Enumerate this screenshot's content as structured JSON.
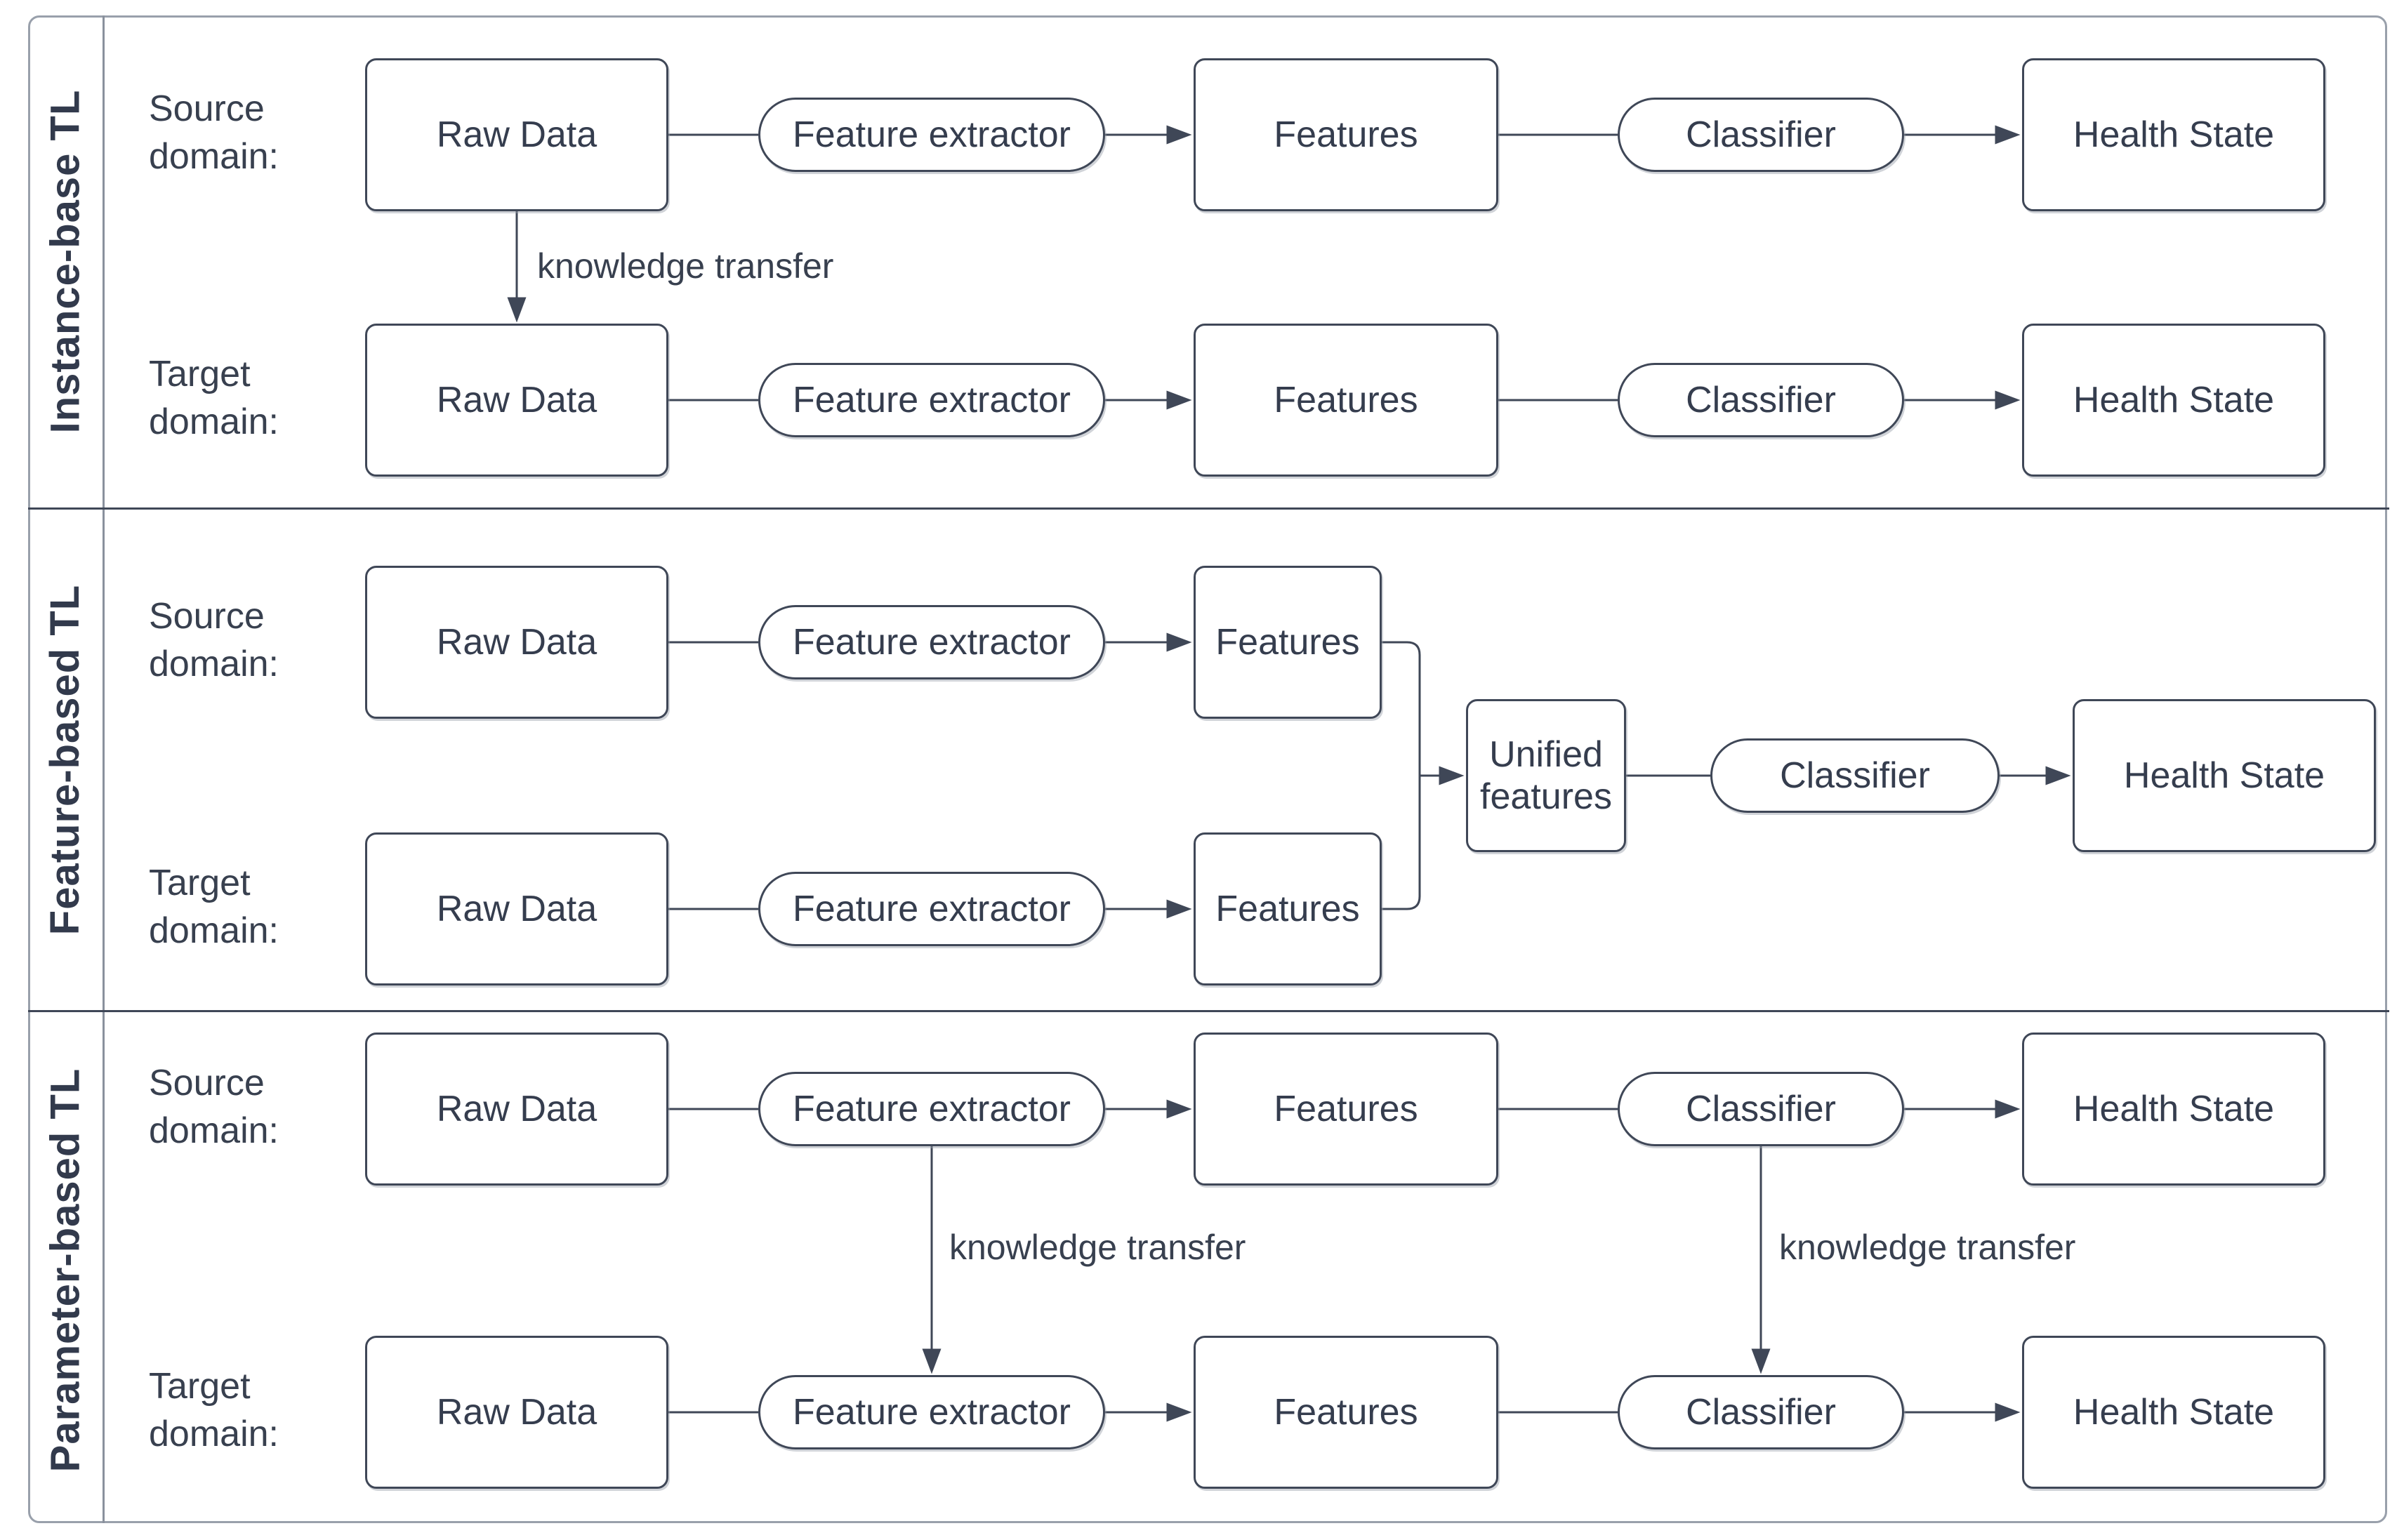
{
  "diagram": {
    "title_context": "Transfer learning strategies diagram",
    "colors": {
      "shape_stroke": "#3f4757",
      "text": "#38404f",
      "frame": "#99a0ab",
      "background": "#ffffff"
    },
    "sections": [
      {
        "label": "Instance-base TL",
        "source_row_label": "Source domain:",
        "target_row_label": "Target domain:",
        "knowledge_transfer_label": "knowledge transfer"
      },
      {
        "label": "Feature-based TL",
        "source_row_label": "Source domain:",
        "target_row_label": "Target domain:"
      },
      {
        "label": "Parameter-based TL",
        "source_row_label": "Source domain:",
        "target_row_label": "Target domain:",
        "knowledge_transfer_label_left": "knowledge transfer",
        "knowledge_transfer_label_right": "knowledge transfer"
      }
    ],
    "nodes": {
      "raw_data": "Raw Data",
      "feature_extractor": "Feature extractor",
      "features": "Features",
      "classifier": "Classifier",
      "health_state": "Health State",
      "unified_features": "Unified features"
    }
  }
}
